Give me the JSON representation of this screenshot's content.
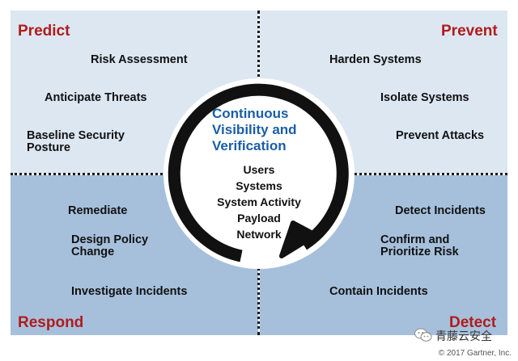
{
  "quadrants": {
    "predict": {
      "title": "Predict",
      "items": [
        "Risk Assessment",
        "Anticipate Threats",
        "Baseline Security\nPosture"
      ]
    },
    "prevent": {
      "title": "Prevent",
      "items": [
        "Harden Systems",
        "Isolate Systems",
        "Prevent Attacks"
      ]
    },
    "respond": {
      "title": "Respond",
      "items": [
        "Remediate",
        "Design Policy\nChange",
        "Investigate Incidents"
      ]
    },
    "detect": {
      "title": "Detect",
      "items": [
        "Detect Incidents",
        "Confirm and\nPrioritize Risk",
        "Contain Incidents"
      ]
    }
  },
  "center": {
    "title": "Continuous\nVisibility and\nVerification",
    "items": [
      "Users",
      "Systems",
      "System Activity",
      "Payload",
      "Network"
    ]
  },
  "footer": "© 2017 Gartner, Inc.",
  "watermark": "青藤云安全",
  "colors": {
    "top_bg": "#dde7f2",
    "bottom_bg": "#a6c0dc",
    "corner_title": "#b01c1c",
    "center_title": "#1a5ea8"
  }
}
